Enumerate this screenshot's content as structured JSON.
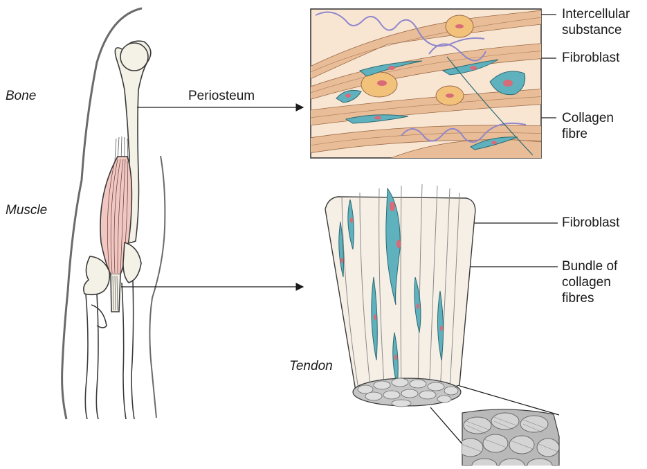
{
  "labels": {
    "bone": "Bone",
    "muscle": "Muscle",
    "periosteum": "Periosteum",
    "tendon": "Tendon",
    "intercellular_substance": [
      "Intercellular",
      "substance"
    ],
    "fibroblast_top": "Fibroblast",
    "collagen_fibre": [
      "Collagen",
      "fibre"
    ],
    "fibroblast_bottom": "Fibroblast",
    "bundle_of_collagen_fibres": [
      "Bundle of",
      "collagen",
      "fibres"
    ]
  },
  "colors": {
    "outline": "#3a3a3a",
    "bone_fill": "#f4f1e6",
    "muscle_fill": "#f3c7c1",
    "tissue_bg": "#f9e6d2",
    "collagen_fill": "#e9bd97",
    "fibroblast_fill": "#5fb1bd",
    "nucleus_fill": "#d96a78",
    "cell_fill": "#f2c27a",
    "elastic_fibre": "#8f86cc",
    "tendon_fill": "#f6efe6",
    "cross_section_fill": "#c6c6c6"
  }
}
